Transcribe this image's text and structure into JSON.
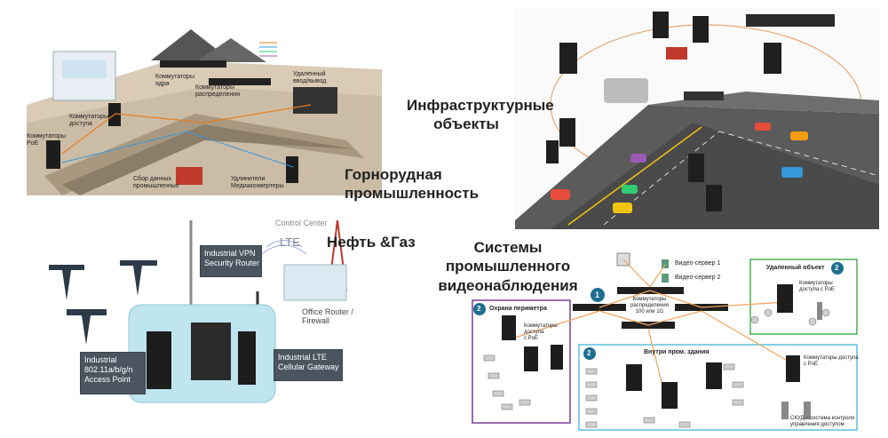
{
  "mining": {
    "title_line1": "Горнорудная",
    "title_line2": "промышленность",
    "labels": {
      "core_switches": "Коммутаторы\nядра",
      "dist_switches": "Коммутаторы\nраспределения",
      "remote_io": "Удаленный\nввод/вывод",
      "access_switches": "Коммутаторы\nдоступа",
      "poe_switches": "Коммутаторы\nPoE",
      "data_collection": "Сбор данных\nпромышленных",
      "media_converters": "Удлинители\nМедиаконвертеры"
    }
  },
  "infrastructure": {
    "title_line1": "Инфраструктурные",
    "title_line2": "объекты"
  },
  "oilgas": {
    "title": "Нефть &Газ",
    "vpn_router": "Industrial VPN\nSecurity Router",
    "lte_top": "LTE",
    "control_center": "Control Center",
    "office_router": "Office Router / Firewall",
    "access_point": "Industrial\n802.11a/b/g/n\nAccess Point",
    "lte_gateway": "Industrial LTE\nCellular Gateway"
  },
  "cctv": {
    "title_line1": "Системы",
    "title_line2": "промышленного",
    "title_line3": "видеонаблюдения",
    "video_server1": "Видео-сервер 1",
    "video_server2": "Видео-сервер 2",
    "dist_switches": "Коммутаторы\nраспределения\n100 или 1G",
    "perimeter": "Охрана периметра",
    "remote_object": "Удаленный объект",
    "inside": "Внутри пром. здания",
    "poe_access": "Коммутаторы\nдоступа\nс PoE",
    "poe_access2": "Коммутаторы\nдоступа с PoE",
    "poe_access3": "Коммутаторы доступа\nс PoE",
    "acs": "СКУД – система контроля\nуправления доступом",
    "badge1": "1",
    "badge2a": "2",
    "badge2b": "2",
    "badge2c": "2",
    "perimeter_color": "#7b3f98",
    "remote_color": "#4caf50",
    "inside_color": "#5bc0de"
  }
}
